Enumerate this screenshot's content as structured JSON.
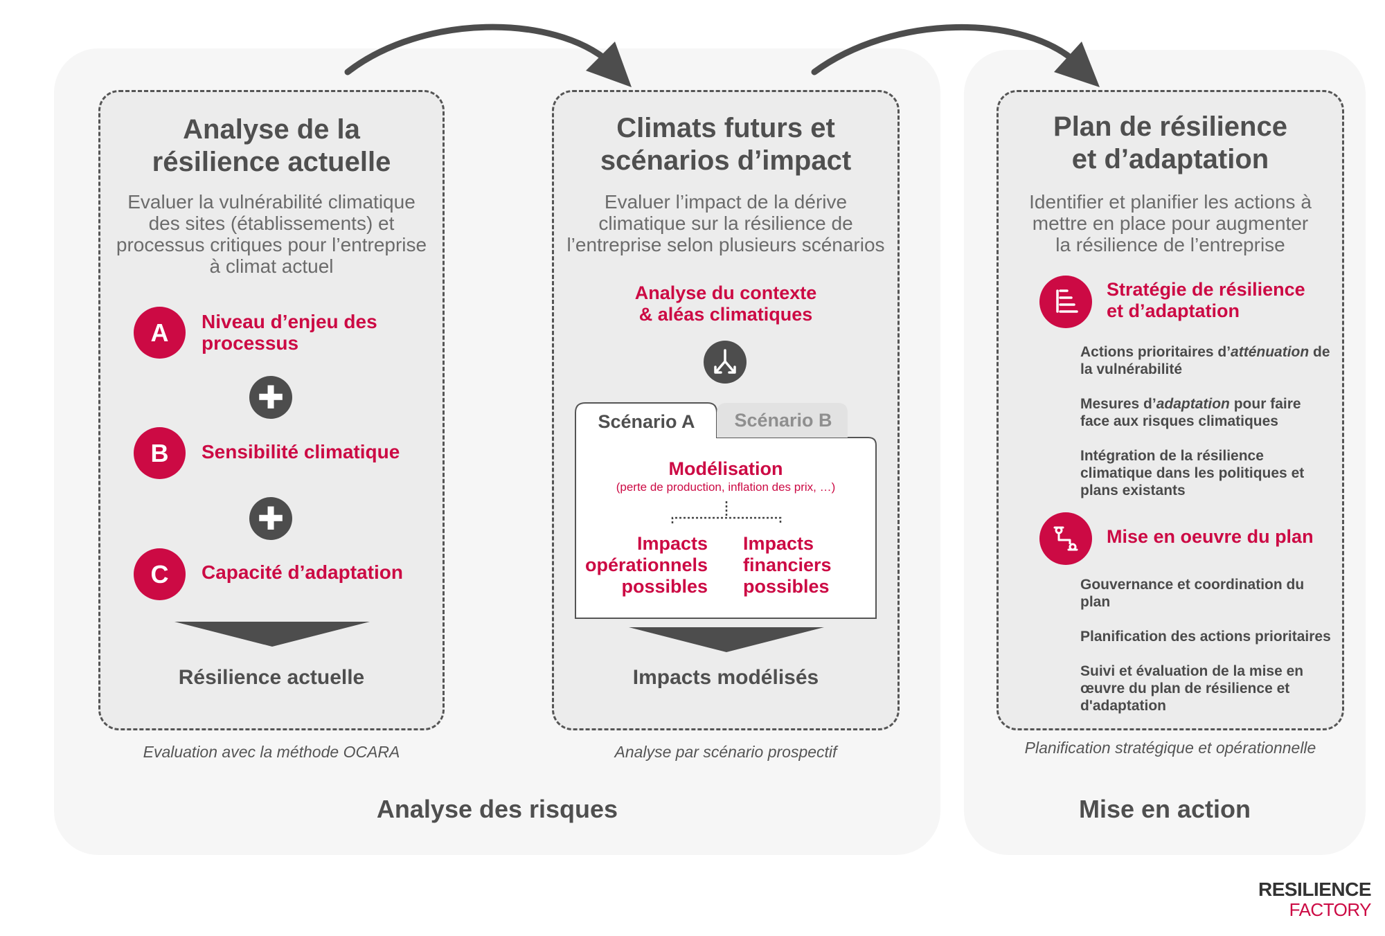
{
  "groups": {
    "risk_label": "Analyse des risques",
    "action_label": "Mise en action"
  },
  "column1": {
    "title_line1": "Analyse de la",
    "title_line2": "résilience actuelle",
    "desc_line1": "Evaluer la vulnérabilité climatique",
    "desc_line2": "des sites (établissements) et",
    "desc_line3": "processus critiques pour l’entreprise",
    "desc_line4": "à climat actuel",
    "items": [
      {
        "letter": "A",
        "label_line1": "Niveau d’enjeu des",
        "label_line2": "processus"
      },
      {
        "letter": "B",
        "label_line1": "Sensibilité climatique",
        "label_line2": ""
      },
      {
        "letter": "C",
        "label_line1": "Capacité d’adaptation",
        "label_line2": ""
      }
    ],
    "plus_symbol": "✚",
    "result": "Résilience actuelle",
    "caption": "Evaluation avec la méthode OCARA"
  },
  "column2": {
    "title_line1": "Climats futurs et",
    "title_line2": "scénarios d’impact",
    "desc_line1": "Evaluer l’impact de la dérive",
    "desc_line2": "climatique sur la résilience de",
    "desc_line3": "l’entreprise selon plusieurs scénarios",
    "context_line1": "Analyse du contexte",
    "context_line2": "& aléas climatiques",
    "tab_a": "Scénario A",
    "tab_b": "Scénario B",
    "modeling_title": "Modélisation",
    "modeling_sub": "(perte de production, inflation des prix, …)",
    "impact_op_line1": "Impacts",
    "impact_op_line2": "opérationnels",
    "impact_op_line3": "possibles",
    "impact_fin_line1": "Impacts",
    "impact_fin_line2": "financiers",
    "impact_fin_line3": "possibles",
    "result": "Impacts modélisés",
    "caption": "Analyse par scénario prospectif"
  },
  "column3": {
    "title_line1": "Plan de résilience",
    "title_line2": "et d’adaptation",
    "desc_line1": "Identifier et planifier les actions à",
    "desc_line2": "mettre en place pour augmenter",
    "desc_line3": "la résilience de l’entreprise",
    "strategy_line1": "Stratégie de résilience",
    "strategy_line2": "et d’adaptation",
    "strategy_items": [
      {
        "pre": "Actions prioritaires d’",
        "em": "atténuation",
        "post": " de",
        "line2": "la vulnérabilité",
        "line3": ""
      },
      {
        "pre": "Mesures d’",
        "em": "adaptation",
        "post": " pour faire",
        "line2": "face aux risques climatiques",
        "line3": ""
      },
      {
        "pre": "Intégration de la résilience",
        "em": "",
        "post": "",
        "line2": "climatique dans les politiques et",
        "line3": "plans existants"
      }
    ],
    "implementation": "Mise en oeuvre du plan",
    "implementation_items": [
      {
        "line1": "Gouvernance et coordination du",
        "line2": "plan",
        "line3": ""
      },
      {
        "line1": "Planification des actions prioritaires",
        "line2": "",
        "line3": ""
      },
      {
        "line1": "Suivi et évaluation de la mise en",
        "line2": "œuvre du plan de résilience et",
        "line3": "d'adaptation"
      }
    ],
    "caption": "Planification stratégique et opérationnelle"
  },
  "logo": {
    "line1": "RESILIENCE",
    "line2": "FACTORY"
  },
  "colors": {
    "accent": "#cc0a44",
    "dark": "#4d4d4d",
    "card_bg": "#ececec",
    "group_bg": "#f6f6f6"
  }
}
